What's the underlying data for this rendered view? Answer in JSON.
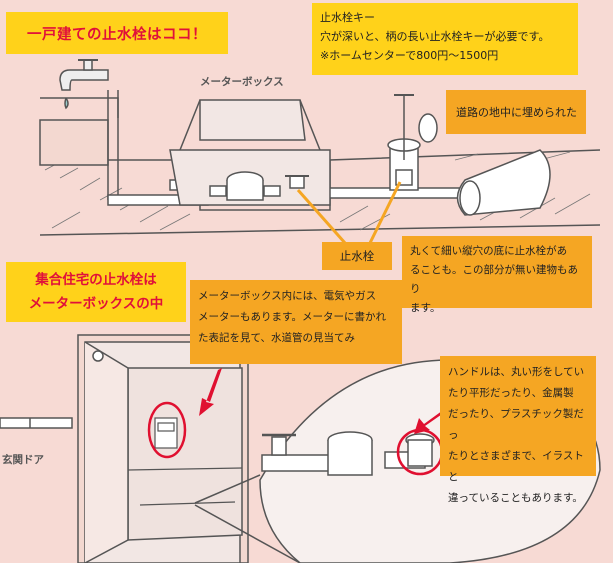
{
  "titles": {
    "house": "一戸建ての止水栓はココ！",
    "apartment_line1": "集合住宅の止水栓は",
    "apartment_line2": "メーターボックスの中"
  },
  "labels": {
    "meter_box": "メーターボックス",
    "front_door": "玄関ドア",
    "stop_valve": "止水栓"
  },
  "notes": {
    "key_line1": "止水栓キー",
    "key_line2": "穴が深いと、柄の長い止水栓キーが必要です。",
    "key_line3": "※ホームセンターで800円～1500円",
    "road": "道路の地中に埋められた",
    "round_line1": "丸くて細い縦穴の底に止水栓があ",
    "round_line2": "ることも。この部分が無い建物もあり",
    "round_line3": "ます。",
    "meter_line1": "メーターボックス内には、電気やガス",
    "meter_line2": "メーターもあります。メーターに書かれ",
    "meter_line3": "た表記を見て、水道管の見当てみ",
    "handle_line1": "ハンドルは、丸い形をしてい",
    "handle_line2": "たり平形だったり、金属製",
    "handle_line3": "だったり、プラスチック製だっ",
    "handle_line4": "たりとさまざまで、イラストと",
    "handle_line5": "違っていることもあります。"
  },
  "colors": {
    "background": "#f7dad4",
    "title_box": "#ffd21a",
    "note_box": "#f5a623",
    "title_text": "#e0103a",
    "line_art": "#555555",
    "highlight_arrow": "#e01030"
  }
}
